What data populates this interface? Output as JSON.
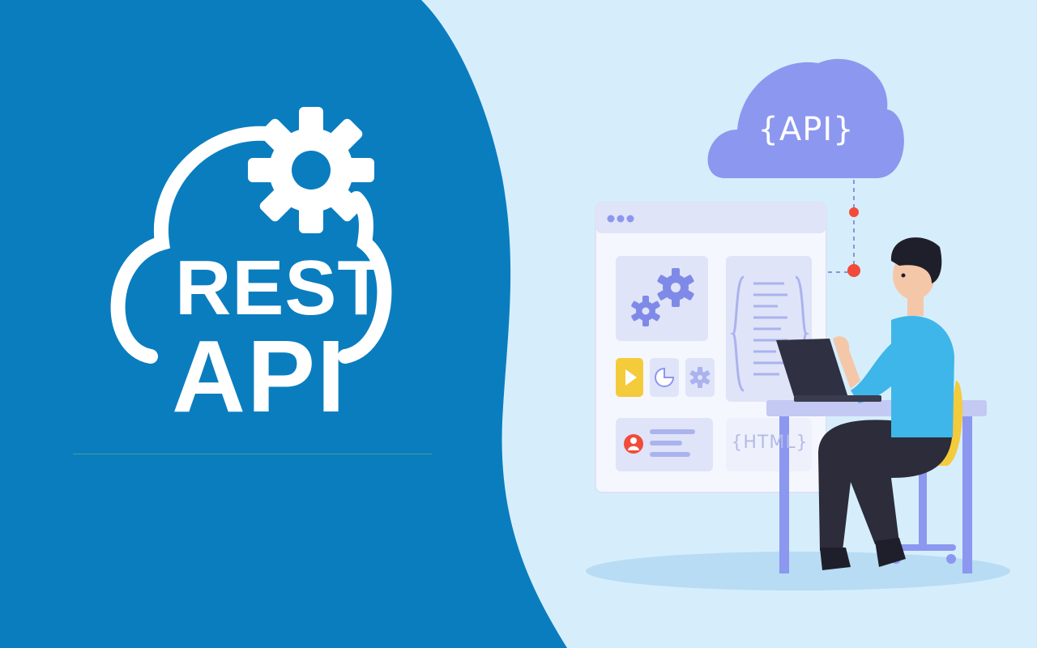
{
  "brand": {
    "line1": "REST",
    "line2": "API"
  },
  "cloud_badge": {
    "label": "{API}"
  },
  "window": {
    "html_label": "{HTML}"
  },
  "icons": [
    "cloud-outline-icon",
    "gear-icon",
    "api-cloud-icon",
    "browser-window-icon",
    "play-icon",
    "pie-chart-icon",
    "user-icon",
    "laptop-icon",
    "person-illustration",
    "chair-icon",
    "desk-icon"
  ],
  "colors": {
    "left_panel": "#0a7dbf",
    "right_bg": "#d6eefb",
    "cloud": "#8c97f0",
    "accent_red": "#f24b3a",
    "shirt": "#3fb6e9",
    "chair": "#f4cb3b"
  }
}
